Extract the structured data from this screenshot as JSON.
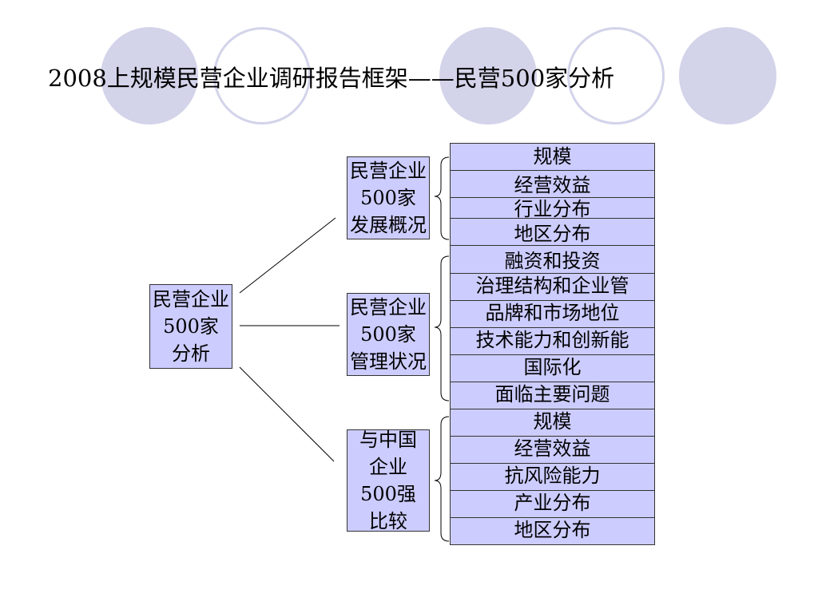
{
  "title": "2008上规模民营企业调研报告框架——民营500家分析",
  "root": {
    "label": "民营企业\n500家\n分析"
  },
  "categories": [
    {
      "label": "民营企业\n500家\n发展概况",
      "items": [
        "规模",
        "经营效益",
        "行业分布",
        "地区分布"
      ]
    },
    {
      "label": "民营企业\n500家\n管理状况",
      "items": [
        "融资和投资",
        "治理结构和企业管",
        "品牌和市场地位",
        "技术能力和创新能",
        "国际化",
        "面临主要问题"
      ]
    },
    {
      "label": "与中国\n企业\n500强\n比较",
      "items": [
        "规模",
        "经营效益",
        "抗风险能力",
        "产业分布",
        "地区分布"
      ]
    }
  ],
  "colors": {
    "box_fill": "#ccccff",
    "circle": "#d3d3ea"
  }
}
